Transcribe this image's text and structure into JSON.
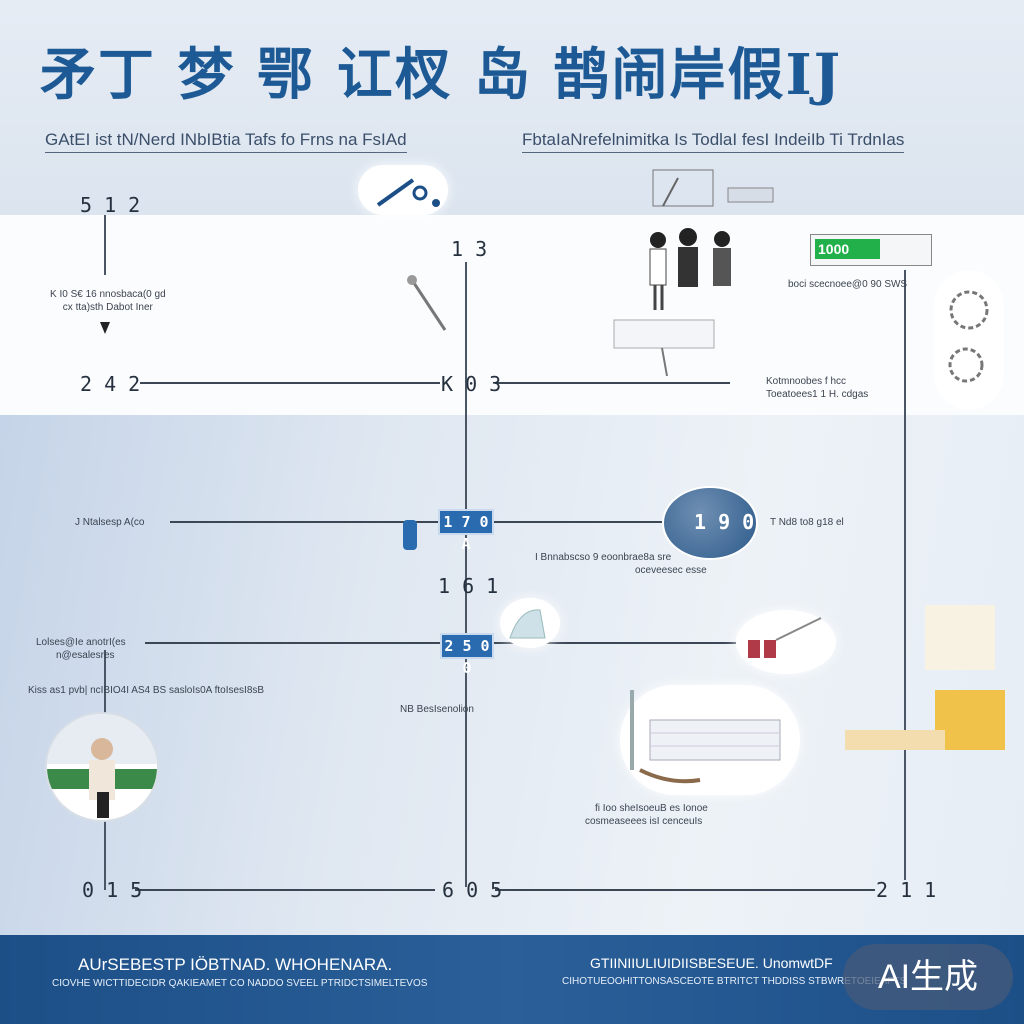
{
  "title": "矛丁 梦 鄂 讧杈 岛 鹊闹岸假IJ",
  "subtitles": {
    "left": "GAtEI ist tN/Nerd INbIBtia Tafs fo Frns na FsIAd",
    "right": "FbtaIaNrefelnimitka Is TodlaI fesI IndeiIb Ti TrdnIas"
  },
  "timeline": {
    "years": {
      "y1": "5 1 2",
      "y2": "1 3",
      "y3": "2 4 2",
      "y4": "K 0 3",
      "y5": "1 6 1",
      "y6": "0 1 5",
      "y7": "6 0 5",
      "y8": "2 1 1"
    },
    "boxes": {
      "b1": "1 7 0 A",
      "b2": "2 5 0 0"
    },
    "badge_1": "1 9 0"
  },
  "notes": {
    "n1_line1": "K I0 S€ 16 nnosbaca(0 gd",
    "n1_line2": "cx tta)sth Dabot Iner",
    "n2": "boci scecnoee@0 90 SWS",
    "n3_line1": "Kotmnoobes f hcc",
    "n3_line2": "Toeatoees1 1 H. cdgas",
    "n4": "J Ntalsesp A(co",
    "n5": "T Nd8 to8 g18 el",
    "n6_line1": "I Bnnabscso 9 eoonbrae8a sre",
    "n6_line2": "oceveesec esse",
    "n7_line1": "Lolses@Ie anotrI(es",
    "n7_line2": "n@esalesres",
    "n8": "Kiss as1 pvb| ncIBIO4I AS4 BS sasloIs0A ftoIsesI8sB",
    "n9": "NB BesIsenolion",
    "n10_line1": "fi Ioo sheIsoeuB es Ionoe",
    "n10_line2": "cosmeaseees isI cenceuIs"
  },
  "battery_value": "1000",
  "footer": {
    "left_line1": "AUrSEBESTP IÖBTNAD. WHOHENARA.",
    "left_line2": "CIOVHE WICTTIDECIDR QAKIEAMET CO NADDO SVEEL PTRIDCTSIMELTEVOS",
    "right_line1": "GTIINIIULIUIDIISBESEUE. UnomwtDF",
    "right_line2": "CIHOTUEOOHITTONSASCEOTE BTRITCT THDDISS STBWRETOEIEAFTS"
  },
  "ai_badge": "AI生成",
  "colors": {
    "accent": "#1d5a95",
    "footer": "#1d4f87",
    "box": "#2a6bb0",
    "battery": "#21b04a"
  }
}
